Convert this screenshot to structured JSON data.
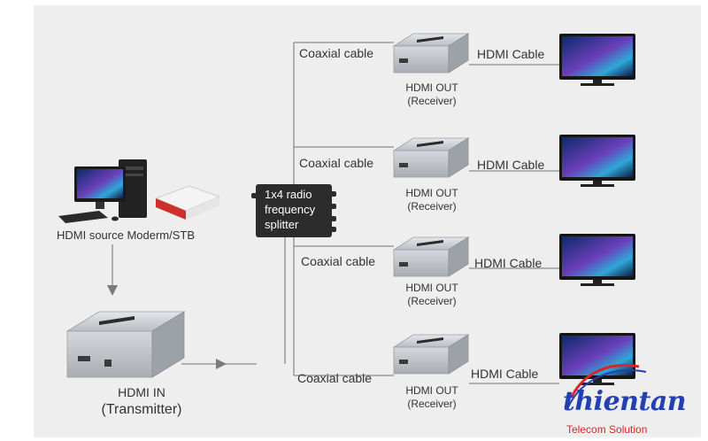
{
  "source": {
    "label": "HDMI source Moderm/STB"
  },
  "transmitter": {
    "line1": "HDMI IN",
    "line2": "(Transmitter)"
  },
  "splitter": {
    "line1": "1x4 radio",
    "line2": "frequency",
    "line3": "splitter"
  },
  "branches": [
    {
      "coax_label": "Coaxial cable",
      "hdmi_label": "HDMI Cable",
      "receiver_line1": "HDMI OUT",
      "receiver_line2": "(Receiver)"
    },
    {
      "coax_label": "Coaxial cable",
      "hdmi_label": "HDMI Cable",
      "receiver_line1": "HDMI OUT",
      "receiver_line2": "(Receiver)"
    },
    {
      "coax_label": "Coaxial cable",
      "hdmi_label": "HDMI Cable",
      "receiver_line1": "HDMI OUT",
      "receiver_line2": "(Receiver)"
    },
    {
      "coax_label": "Coaxial cable",
      "hdmi_label": "HDMI Cable",
      "receiver_line1": "HDMI OUT",
      "receiver_line2": "(Receiver)"
    }
  ],
  "logo": {
    "name": "thientan",
    "tagline": "Telecom Solution"
  },
  "colors": {
    "panel": "#eeeeee",
    "line": "#8a8a8a",
    "splitter": "#2c2c2c",
    "logo_blue": "#2340b0",
    "logo_red": "#d9262c"
  }
}
